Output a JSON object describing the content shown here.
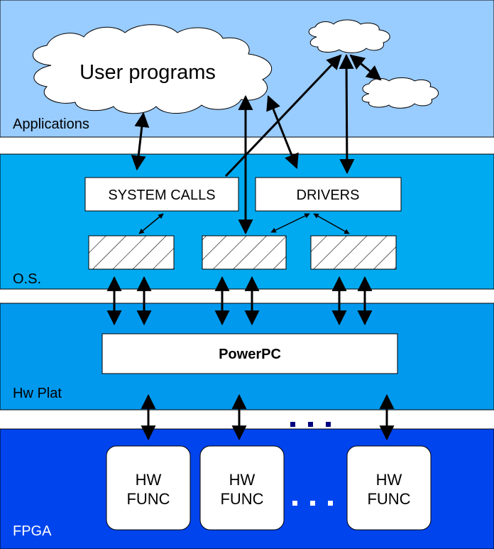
{
  "layers": {
    "applications": "Applications",
    "os": "O.S.",
    "hw_plat": "Hw Plat",
    "fpga": "FPGA"
  },
  "cloud_main": "User programs",
  "boxes": {
    "system_calls": "SYSTEM CALLS",
    "drivers": "DRIVERS",
    "powerpc": "PowerPC"
  },
  "hw_funcs": [
    {
      "line1": "HW",
      "line2": "FUNC"
    },
    {
      "line1": "HW",
      "line2": "FUNC"
    },
    {
      "line1": "HW",
      "line2": "FUNC"
    }
  ],
  "colors": {
    "applications_layer": "#99ccff",
    "os_layer": "#00aaf0",
    "hw_plat_layer": "#0099ee",
    "fpga_layer": "#0044ee",
    "cloud": "#ffffff",
    "dots_dark": "#000080",
    "dots_light": "#ffffff"
  }
}
